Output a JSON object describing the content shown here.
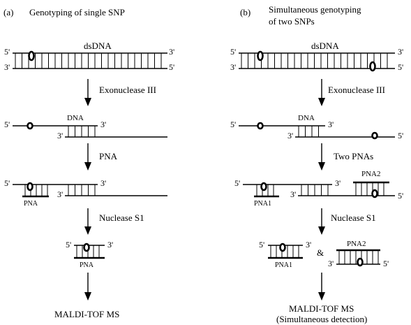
{
  "panel_a": {
    "label": "(a)",
    "title": "Genotyping of single SNP",
    "dsdna_label": "dsDNA",
    "step1_label": "Exonuclease III",
    "dna_label": "DNA",
    "step2_label": "PNA",
    "pna_label": "PNA",
    "step3_label": "Nuclease S1",
    "result_pna_label": "PNA",
    "final_label": "MALDI-TOF MS"
  },
  "panel_b": {
    "label": "(b)",
    "title_line1": "Simultaneous genotyping",
    "title_line2": "of two SNPs",
    "dsdna_label": "dsDNA",
    "step1_label": "Exonuclease III",
    "dna_label": "DNA",
    "step2_label": "Two PNAs",
    "pna1_label": "PNA1",
    "pna2_label": "PNA2",
    "step3_label": "Nuclease S1",
    "result_pna1_label": "PNA1",
    "ampersand": "&",
    "result_pna2_label": "PNA2",
    "final_line1": "MALDI-TOF MS",
    "final_line2": "(Simultaneous detection)"
  },
  "ends": {
    "five_prime": "5'",
    "three_prime": "3'"
  }
}
